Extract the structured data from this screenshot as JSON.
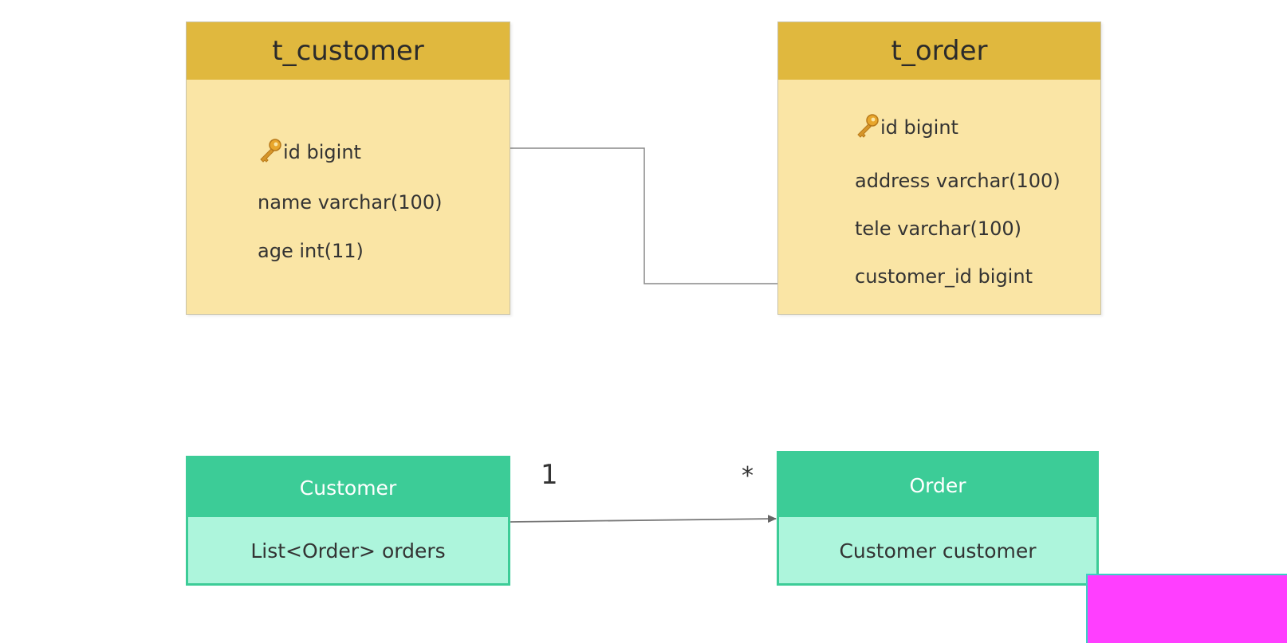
{
  "tables": {
    "customer": {
      "title": "t_customer",
      "fields": [
        "id bigint",
        "name varchar(100)",
        "age int(11)"
      ]
    },
    "order": {
      "title": "t_order",
      "fields": [
        "id bigint",
        "address varchar(100)",
        "tele varchar(100)",
        "customer_id bigint"
      ]
    }
  },
  "classes": {
    "customer": {
      "name": "Customer",
      "attribute": "List<Order> orders"
    },
    "order": {
      "name": "Order",
      "attribute": "Customer customer"
    }
  },
  "association": {
    "left_multiplicity": "1",
    "right_multiplicity": "*"
  },
  "colors": {
    "table_header": "#e0b83e",
    "table_body": "#fae5a5",
    "class_header": "#3ccc97",
    "class_body": "#adf5dc",
    "overlay": "#ff3eff"
  },
  "icons": {
    "primary_key": "key-icon"
  }
}
